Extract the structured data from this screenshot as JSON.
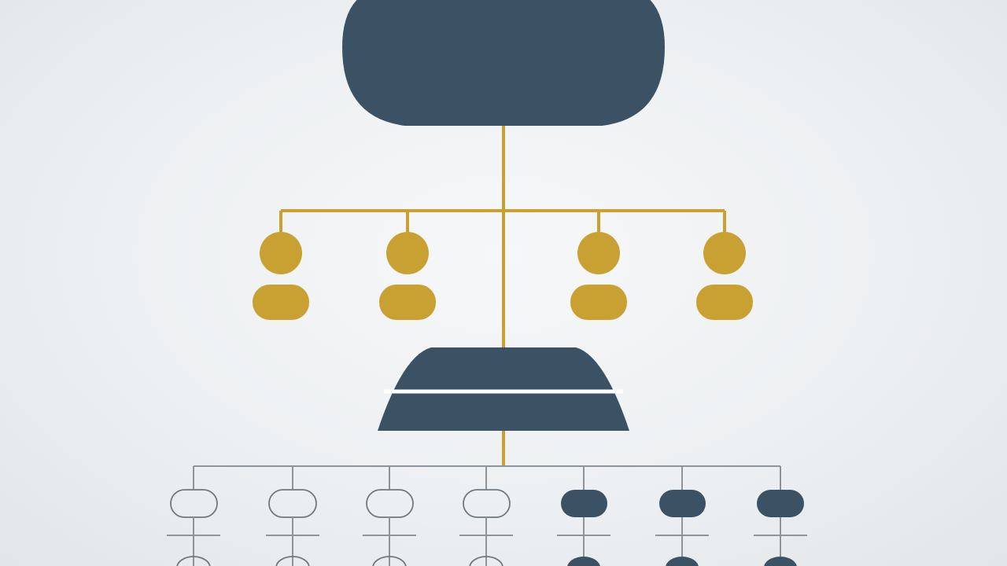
{
  "diagram": {
    "type": "org-chart-hierarchy",
    "colors": {
      "background": "#eceff1",
      "primary_node": "#3a5264",
      "accent": "#c9a132",
      "line_light": "#8c959c",
      "outline_node": "#6f787f",
      "divider": "#ffffff"
    },
    "levels": [
      {
        "name": "root",
        "node_count": 1,
        "shape": "dome",
        "fill": "primary_node"
      },
      {
        "name": "second-level",
        "node_count": 4,
        "shape": "person-figure",
        "fill": "accent"
      },
      {
        "name": "middle",
        "node_count": 1,
        "shape": "bell-divided",
        "fill": "primary_node"
      },
      {
        "name": "bottom",
        "node_count": 7,
        "shape": "pill",
        "filled": [
          false,
          false,
          false,
          false,
          true,
          true,
          true
        ]
      }
    ],
    "text": []
  }
}
